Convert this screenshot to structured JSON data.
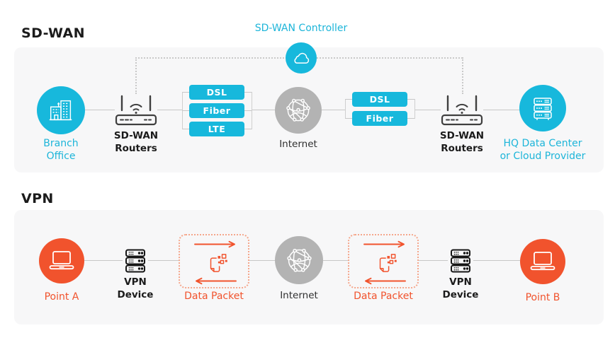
{
  "colors": {
    "cyan_fill": "#17b8dc",
    "cyan_text": "#1db5d9",
    "orange": "#f1532d",
    "gray_node": "#b3b3b3",
    "panel_bg": "#f7f7f8",
    "connector_line": "#c7c7c7",
    "dark_text": "#1b1b1b"
  },
  "sdwan": {
    "title": "SD-WAN",
    "controller_label": "SD-WAN Controller",
    "branch_label": [
      "Branch",
      "Office"
    ],
    "router_label": [
      "SD-WAN",
      "Routers"
    ],
    "links_left": [
      "DSL",
      "Fiber",
      "LTE"
    ],
    "internet_label": "Internet",
    "links_right": [
      "DSL",
      "Fiber"
    ],
    "hq_label": [
      "HQ Data Center",
      "or Cloud Provider"
    ]
  },
  "vpn": {
    "title": "VPN",
    "point_a_label": "Point A",
    "device_label": [
      "VPN",
      "Device"
    ],
    "data_packet_label": "Data Packet",
    "internet_label": "Internet",
    "point_b_label": "Point B"
  },
  "icons": {
    "controller": "cloud-icon",
    "branch_office": "building-icon",
    "router": "wifi-router-icon",
    "internet": "globe-network-icon",
    "hq": "server-rack-icon",
    "endpoint": "laptop-icon",
    "vpn_device": "server-stack-icon",
    "data_packet": "document-packet-icon",
    "flow": "arrow-icon"
  }
}
